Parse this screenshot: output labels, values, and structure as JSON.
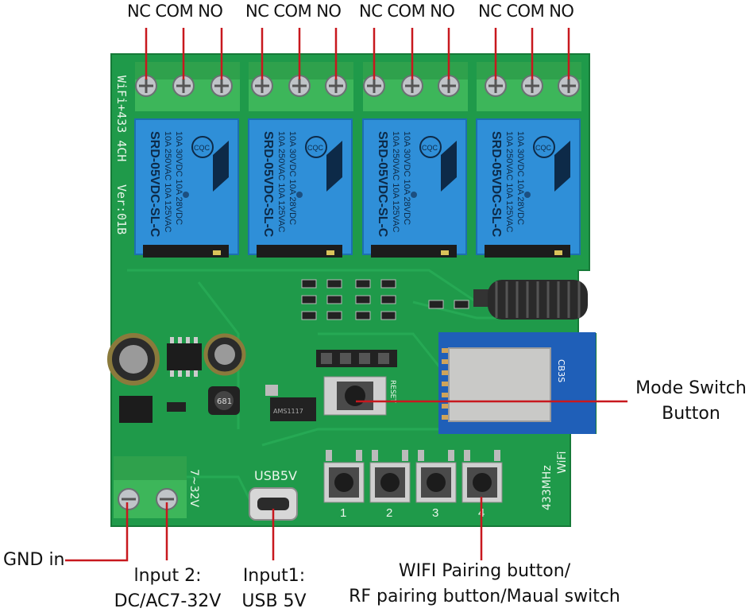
{
  "relays": [
    {
      "terminals": [
        "NC",
        "COM",
        "NO"
      ],
      "model": "SRD-05VDC-SL-C",
      "rating1": "10A 250VAC 10A 125VAC",
      "rating2": "10A 30VDC 10A 28VDC",
      "cert": "CQC"
    },
    {
      "terminals": [
        "NC",
        "COM",
        "NO"
      ],
      "model": "SRD-05VDC-SL-C",
      "rating1": "10A 250VAC 10A 125VAC",
      "rating2": "10A 30VDC 10A 28VDC",
      "cert": "CQC"
    },
    {
      "terminals": [
        "NC",
        "COM",
        "NO"
      ],
      "model": "SRD-05VDC-SL-C",
      "rating1": "10A 250VAC 10A 125VAC",
      "rating2": "10A 30VDC 10A 28VDC",
      "cert": "CQC"
    },
    {
      "terminals": [
        "NC",
        "COM",
        "NO"
      ],
      "model": "SRD-05VDC-SL-C",
      "rating1": "10A 250VAC 10A 125VAC",
      "rating2": "10A 30VDC 10A 28VDC",
      "cert": "CQC"
    }
  ],
  "board": {
    "silk_title": "WiFi+433  4CH",
    "silk_version": "Ver:01B",
    "silk_voltage": "7~32V",
    "silk_usb": "USB5V",
    "silk_wifi": "WiFi",
    "silk_rf": "433MHz",
    "silk_reset": "RESET",
    "module_label": "CB3S",
    "regulator": "AMS1117",
    "inductor": "681",
    "button_numbers": [
      "1",
      "2",
      "3",
      "4"
    ]
  },
  "callouts": {
    "mode_switch_line1": "Mode Switch",
    "mode_switch_line2": "Button",
    "gnd": "GND in",
    "input2_line1": "lnput 2:",
    "input2_line2": "DC/AC7-32V",
    "input1_line1": "Input1:",
    "input1_line2": "USB 5V",
    "pairing_line1": "WIFI Pairing button/",
    "pairing_line2": "RF pairing button/Maual switch"
  },
  "colors": {
    "pcb": "#1f9a4a",
    "pcb_dark": "#17823c",
    "relay_blue": "#2f8fd8",
    "terminal_green": "#3db65a",
    "leader_red": "#c8181e",
    "module_blue": "#1f5fb8"
  }
}
